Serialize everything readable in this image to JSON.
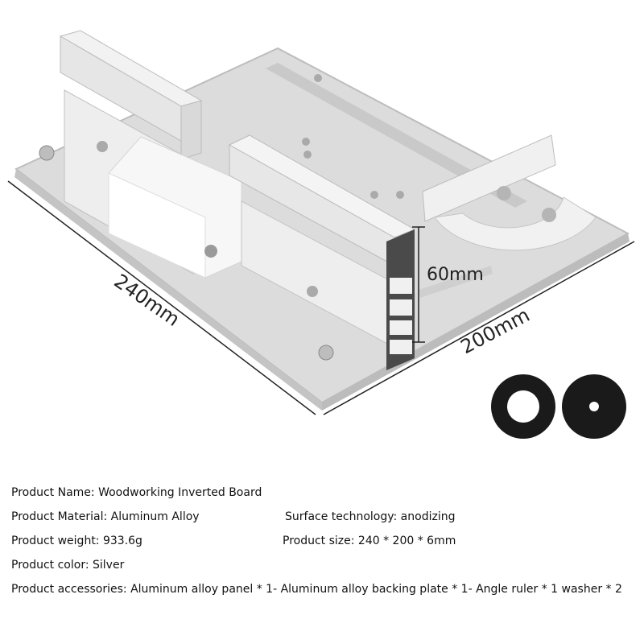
{
  "dimensions": {
    "length": "240mm",
    "width": "200mm",
    "height": "60mm"
  },
  "specs": {
    "name": "Product Name: Woodworking Inverted Board",
    "material": "Product Material: Aluminum Alloy",
    "surface": "Surface technology: anodizing",
    "weight": "Product weight: 933.6g",
    "size": "Product size: 240 * 200 * 6mm",
    "color": "Product color: Silver",
    "accessories": "Product accessories: Aluminum alloy panel * 1- Aluminum alloy backing plate * 1- Angle ruler * 1 washer * 2"
  },
  "colors": {
    "plate": "#d8d8d8",
    "fence": "#e8e8e8",
    "washer": "#1a1a1a"
  }
}
